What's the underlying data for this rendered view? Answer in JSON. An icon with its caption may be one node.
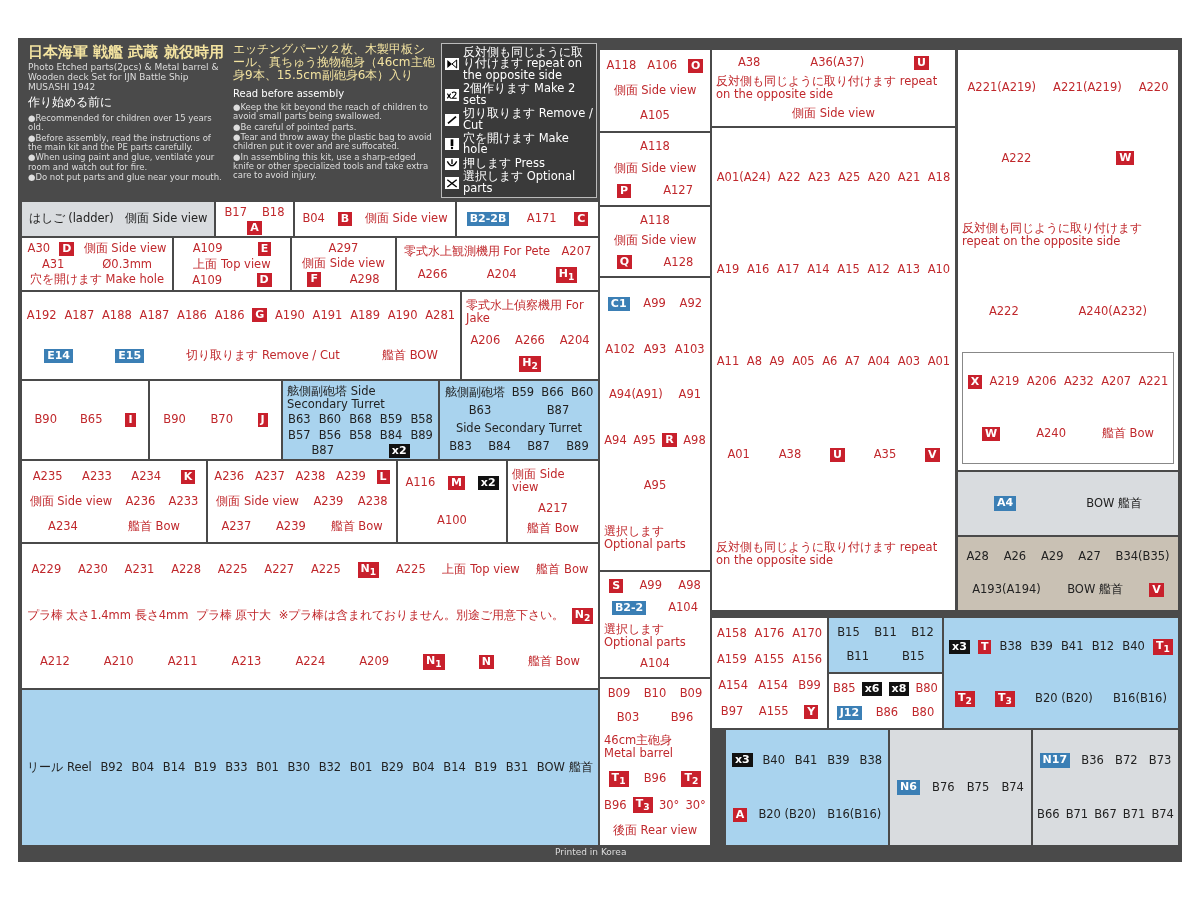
{
  "diagram": {
    "title": "日本海軍 戦艦 武蔵 就役時用",
    "nodes": [
      {
        "text": [
          "はしご (ladder)",
          "側面 Side view"
        ]
      },
      {
        "text": [
          "B17",
          "B18",
          "A"
        ]
      },
      {
        "text": [
          "B04",
          "B",
          "側面 Side view"
        ]
      },
      {
        "text": [
          "B2-2B",
          "A171",
          "C"
        ]
      },
      {
        "text": [
          "A30",
          "D",
          "側面 Side view",
          "A31",
          "Ø0.3mm",
          "穴を開けます Make hole"
        ]
      },
      {
        "text": [
          "A109",
          "E",
          "上面 Top view",
          "A109",
          "D"
        ]
      },
      {
        "text": [
          "A297",
          "側面 Side view",
          "F",
          "A298"
        ]
      },
      {
        "text": [
          "零式水上観測機用 For Pete",
          "A207",
          "A266",
          "A204",
          "H$_{1}$"
        ]
      },
      {
        "text": [
          "A192",
          "A187",
          "A188",
          "A187",
          "A186",
          "A186",
          "G",
          "A190",
          "A191",
          "A189",
          "A190",
          "A281",
          "E14",
          "E15",
          "切り取ります Remove / Cut",
          "艦首 BOW"
        ]
      },
      {
        "text": [
          "零式水上偵察機用 For Jake",
          "A206",
          "A266",
          "A204",
          "H$_{2}$"
        ]
      },
      {
        "text": [
          "B90",
          "B65",
          "I"
        ]
      },
      {
        "text": [
          "B90",
          "B70",
          "J"
        ]
      },
      {
        "text": [
          "舷側副砲塔 Side Secondary Turret",
          "B63",
          "B60",
          "B68",
          "B59",
          "B58",
          "B57",
          "B56",
          "B58",
          "B84",
          "B89",
          "B87",
          "x2"
        ]
      },
      {
        "text": [
          "舷側副砲塔",
          "B59",
          "B66",
          "B60",
          "B63",
          "B87",
          "Side Secondary Turret",
          "B83",
          "B84",
          "B87",
          "B89"
        ]
      },
      {
        "text": [
          "A235",
          "A233",
          "A234",
          "K",
          "側面 Side view",
          "A236",
          "A233",
          "A234",
          "艦首 Bow"
        ]
      },
      {
        "text": [
          "A236",
          "A237",
          "A238",
          "A239",
          "L",
          "側面 Side view",
          "A239",
          "A238",
          "A237",
          "A239",
          "艦首 Bow"
        ]
      },
      {
        "text": [
          "A116",
          "M",
          "x2",
          "A100"
        ]
      },
      {
        "text": [
          "側面 Side view",
          "A217",
          "艦首 Bow"
        ]
      },
      {
        "text": [
          "A229",
          "A230",
          "A231",
          "A228",
          "A225",
          "A227",
          "A225",
          "N$_{1}$",
          "A225",
          "上面 Top view",
          "艦首 Bow",
          "プラ棒 太さ1.4mm 長さ4mm",
          "プラ棒 原寸大",
          "※プラ棒は含まれておりません。別途ご用意下さい。",
          "N$_{2}$",
          "A212",
          "A210",
          "A211",
          "A213",
          "A224",
          "A209",
          "N$_{1}$",
          "N",
          "艦首 Bow"
        ]
      },
      {
        "text": [
          "リール Reel",
          "B92",
          "B04",
          "B14",
          "B19",
          "B33",
          "B01",
          "B30",
          "B32",
          "B01",
          "B29",
          "B04",
          "B14",
          "B19",
          "B31",
          "BOW 艦首"
        ]
      },
      {
        "text": [
          "A118",
          "A106",
          "O",
          "側面 Side view",
          "A105"
        ]
      },
      {
        "text": [
          "A118",
          "側面 Side view",
          "P",
          "A127"
        ]
      },
      {
        "text": [
          "A118",
          "側面 Side view",
          "Q",
          "A128"
        ]
      },
      {
        "text": [
          "C1",
          "A99",
          "A92",
          "A102",
          "A93",
          "A103",
          "A94(A91)",
          "A91",
          "A94",
          "A95",
          "R",
          "A98",
          "A95",
          "選択します Optional parts"
        ]
      },
      {
        "text": [
          "S",
          "A99",
          "A98",
          "B2-2",
          "A104",
          "選択します Optional parts",
          "A104"
        ]
      },
      {
        "text": [
          "B09",
          "B10",
          "B09",
          "B03",
          "B96",
          "46cm主砲身 Metal barrel",
          "T$_{1}$",
          "B96",
          "T$_{2}$",
          "B96",
          "T$_{3}$",
          "30°",
          "30°",
          "後面 Rear view"
        ]
      },
      {
        "text": [
          "A38",
          "A36(A37)",
          "U",
          "反対側も同じように取り付けます repeat on the opposite side",
          "側面 Side view"
        ]
      },
      {
        "text": [
          "A01(A24)",
          "A22",
          "A23",
          "A25",
          "A20",
          "A21",
          "A18",
          "A19",
          "A16",
          "A17",
          "A14",
          "A15",
          "A12",
          "A13",
          "A10",
          "A11",
          "A8",
          "A9",
          "A05",
          "A6",
          "A7",
          "A04",
          "A03",
          "A01",
          "A01",
          "A38",
          "U",
          "A35",
          "V",
          "反対側も同じように取り付けます repeat on the opposite side"
        ]
      },
      {
        "text": [
          "A158",
          "A176",
          "A170",
          "A159",
          "A155",
          "A156",
          "A154",
          "A154",
          "B99",
          "B97",
          "A155",
          "Y"
        ]
      },
      {
        "text": [
          "B15",
          "B11",
          "B12",
          "B11",
          "B15"
        ]
      },
      {
        "text": [
          "B85",
          "x6",
          "x8",
          "B80",
          "J12",
          "B86",
          "B80"
        ]
      },
      {
        "text": [
          "x3",
          "T",
          "B38",
          "B39",
          "B41",
          "B12",
          "B40",
          "T$_{1}$",
          "T$_{2}$",
          "T$_{3}$",
          "B20 (B20)",
          "B16(B16)"
        ]
      },
      {
        "text": [
          "x3",
          "B40",
          "B41",
          "B39",
          "B38",
          "A",
          "B20 (B20)",
          "B16(B16)"
        ]
      },
      {
        "text": [
          "N6",
          "B76",
          "B75",
          "B74"
        ]
      },
      {
        "text": [
          "N17",
          "B36",
          "B72",
          "B73",
          "B66",
          "B71",
          "B67",
          "B71",
          "B74"
        ]
      },
      {
        "text": [
          "A221(A219)",
          "A221(A219)",
          "A220",
          "A222",
          "W",
          "反対側も同じように取り付けます repeat on the opposite side",
          "A222",
          "A240(A232)"
        ]
      },
      {
        "text": [
          "X",
          "A219",
          "A206",
          "A232",
          "A207",
          "A221",
          "W",
          "A240",
          "艦首 Bow"
        ],
        "in": 35
      },
      {
        "text": [
          "A4",
          "BOW 艦首"
        ]
      },
      {
        "text": [
          "A28",
          "A26",
          "A29",
          "A27",
          "B34(B35)",
          "A193(A194)",
          "BOW 艦首",
          "V"
        ]
      }
    ],
    "labels": [
      "Photo Etched parts(2pcs) & Metal barrel & Wooden deck Set for IJN Battle Ship MUSASHI 1942",
      "作り始める前に",
      "エッチングパーツ２枚、木製甲板シール、真ちゅう挽物砲身（46cm主砲身9本、15.5cm副砲身6本）入り",
      "Read before assembly",
      "●Recommended for children over 15 years old.",
      "●Before assembly, read the instructions of the main kit and the PE parts carefully.",
      "●When using paint and glue, ventilate your room and watch out for fire.",
      "●Do not put parts and glue near your mouth.",
      "●Keep the kit beyond the reach of children to avoid small parts being swallowed.",
      "●Be careful of pointed parts.",
      "●Tear and throw away the plastic bag to avoid children put it over and are suffocated.",
      "●In assembling this kit, use a sharp-edged knife or other specialized tools and take extra care to avoid injury.",
      "Printed in Korea"
    ],
    "legend": [
      {
        "text": "反対側も同じように取り付けます repeat on the opposite side"
      },
      {
        "text": "2個作ります Make 2 sets"
      },
      {
        "text": "切り取ります Remove / Cut"
      },
      {
        "text": "穴を開けます Make hole"
      },
      {
        "text": "押します Press"
      },
      {
        "text": "選択します Optional parts"
      }
    ]
  }
}
